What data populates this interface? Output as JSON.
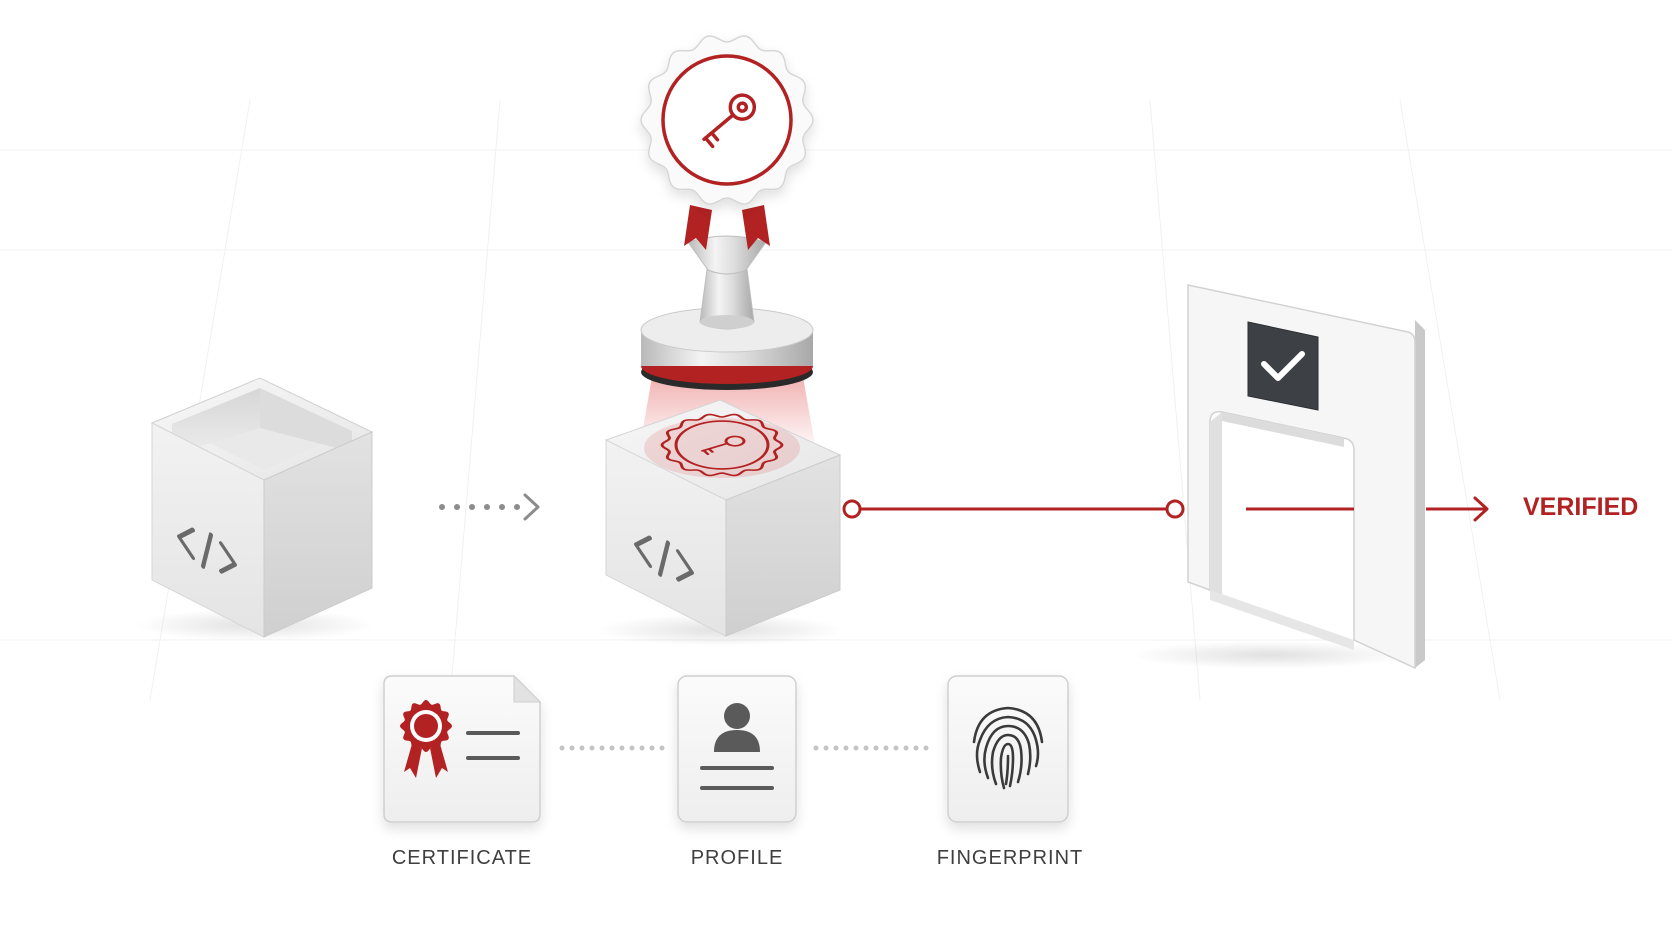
{
  "colors": {
    "accent": "#b22222",
    "icon_gray": "#5a5a5a",
    "surface": "#f4f4f4",
    "shadow": "#d9d9d9"
  },
  "flow": {
    "unsigned_package": {
      "icon": "code-icon"
    },
    "signed_package": {
      "icon": "code-icon",
      "seal_icon": "key-icon"
    },
    "stamp": {
      "icon": "key-icon"
    },
    "gate": {
      "icon": "check-icon"
    },
    "result_label": "VERIFIED"
  },
  "credentials": [
    {
      "label": "CERTIFICATE",
      "icon": "certificate-icon"
    },
    {
      "label": "PROFILE",
      "icon": "profile-icon"
    },
    {
      "label": "FINGERPRINT",
      "icon": "fingerprint-icon"
    }
  ]
}
